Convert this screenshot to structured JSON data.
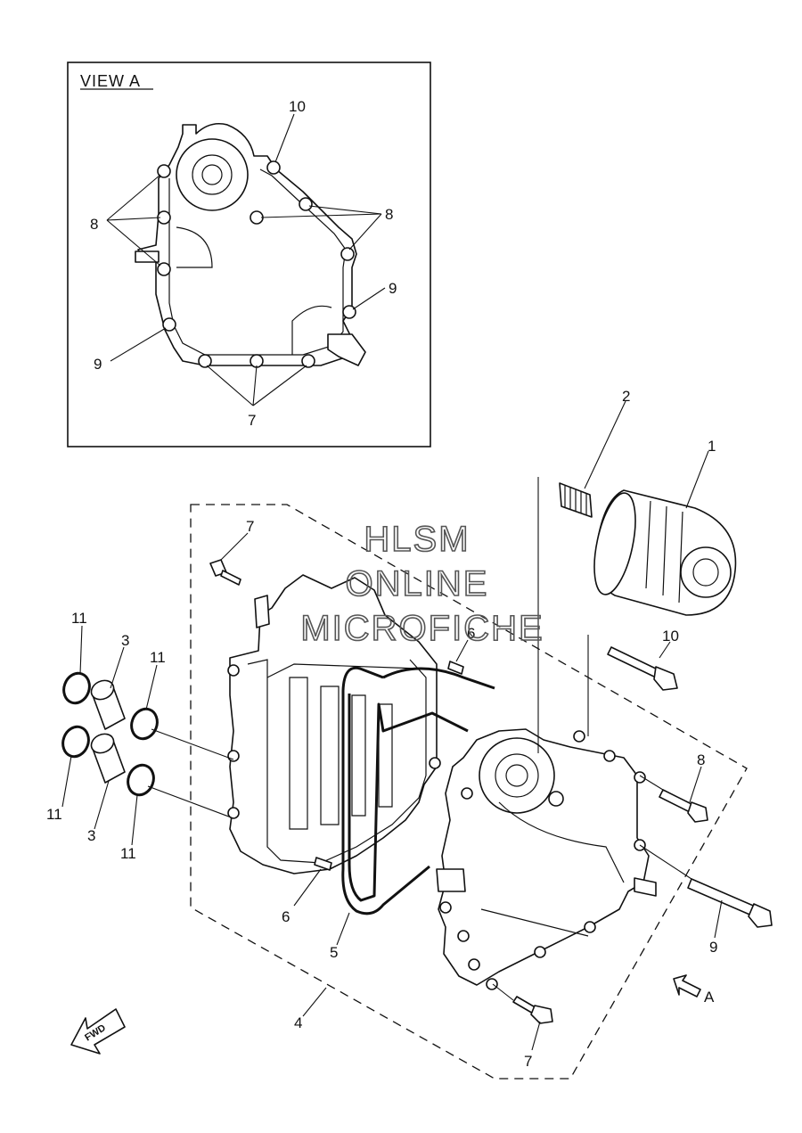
{
  "view_a": {
    "title": "VIEW A",
    "callouts": [
      "10",
      "8",
      "8",
      "9",
      "9",
      "7"
    ]
  },
  "callouts": {
    "p1": "1",
    "p2": "2",
    "p3a": "3",
    "p3b": "3",
    "p4": "4",
    "p5": "5",
    "p6a": "6",
    "p6b": "6",
    "p7a": "7",
    "p7b": "7",
    "p8": "8",
    "p9": "9",
    "p10": "10",
    "p11a": "11",
    "p11b": "11",
    "p11c": "11",
    "p11d": "11",
    "arrow_a": "A"
  },
  "fwd_label": "FWD",
  "watermark": [
    "HLSM",
    "ONLINE",
    "MICROFICHE"
  ]
}
